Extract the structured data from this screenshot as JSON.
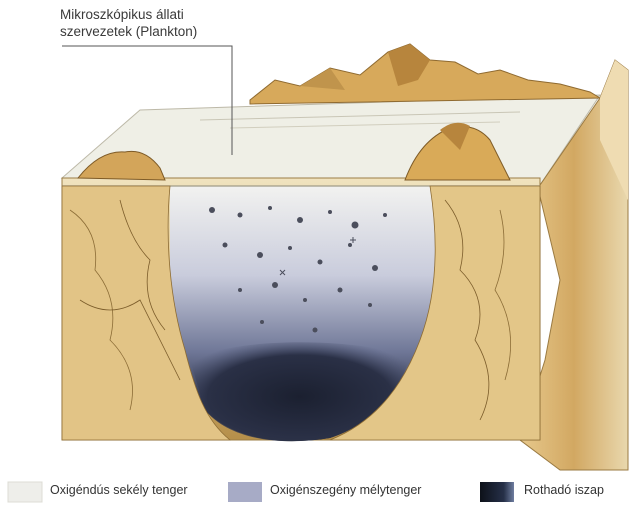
{
  "callout": {
    "line1": "Mikroszkópikus állati",
    "line2": "szervezetek (Plankton)"
  },
  "legend": [
    {
      "label": "Oxigéndús sekély tenger",
      "color": "#eeeeea"
    },
    {
      "label": "Oxigénszegény mélytenger",
      "color": "#a7abc6"
    },
    {
      "label": "Rothadó iszap",
      "color": "#1d2434"
    }
  ]
}
